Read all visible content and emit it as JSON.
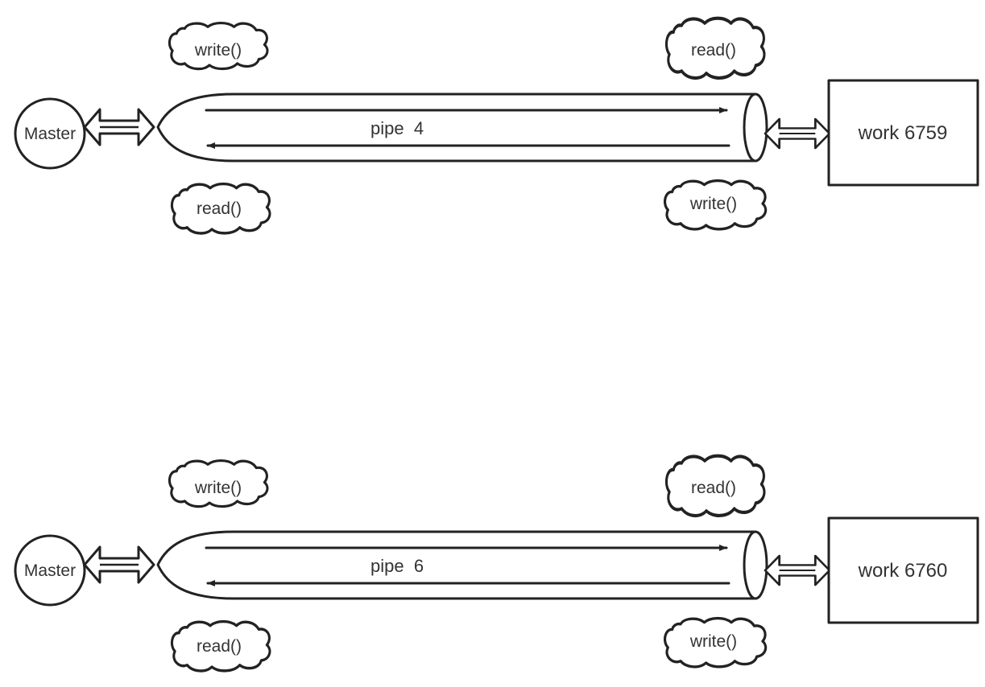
{
  "diagram": {
    "rows": [
      {
        "master_label": "Master",
        "pipe_label": "pipe  4",
        "worker_label": "work 6759",
        "master_write": "write()",
        "master_read": "read()",
        "worker_read": "read()",
        "worker_write": "write()"
      },
      {
        "master_label": "Master",
        "pipe_label": "pipe  6",
        "worker_label": "work 6760",
        "master_write": "write()",
        "master_read": "read()",
        "worker_read": "read()",
        "worker_write": "write()"
      }
    ]
  },
  "colors": {
    "stroke": "#222222",
    "text": "#333333",
    "background": "#ffffff"
  }
}
